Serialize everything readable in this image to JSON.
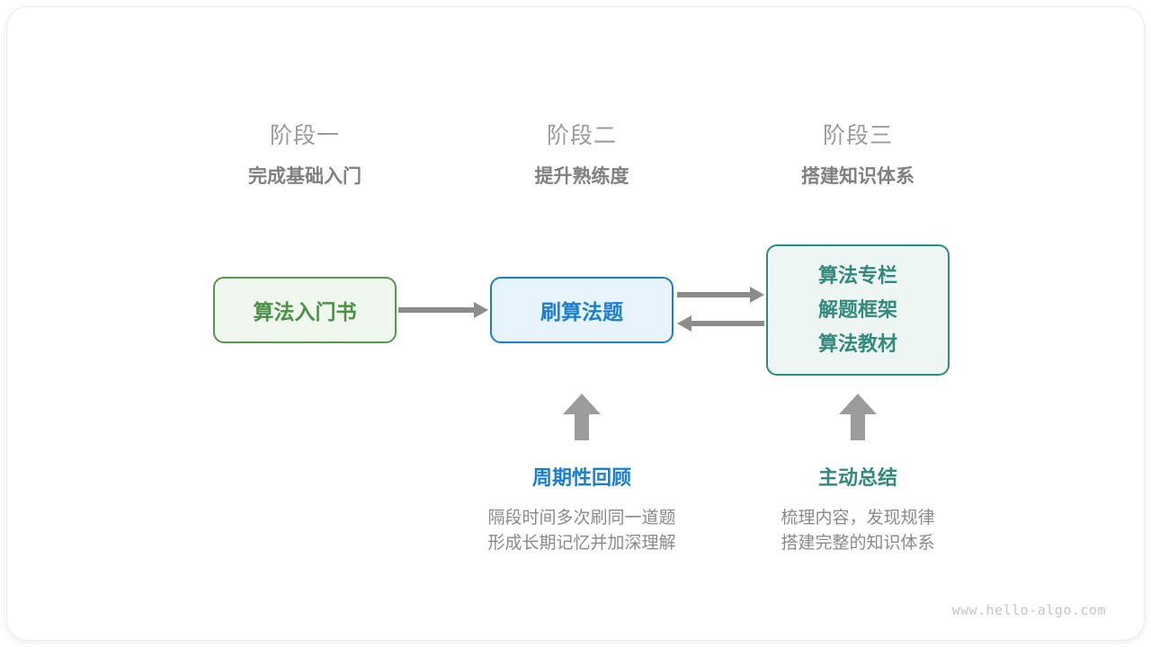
{
  "card": {
    "watermark": "www.hello-algo.com"
  },
  "stages": [
    {
      "name": "阶段一",
      "subtitle": "完成基础入门"
    },
    {
      "name": "阶段二",
      "subtitle": "提升熟练度"
    },
    {
      "name": "阶段三",
      "subtitle": "搭建知识体系"
    }
  ],
  "nodes": {
    "book": {
      "label": "算法入门书",
      "border_color": "#56984f",
      "fill_color": "#f0f7ef",
      "text_color": "#4b9048"
    },
    "practice": {
      "label": "刷算法题",
      "border_color": "#1a7fd4",
      "fill_color": "#e8f4fd",
      "text_color": "#1a7fd4"
    },
    "resources": {
      "lines": [
        "算法专栏",
        "解题框架",
        "算法教材"
      ],
      "border_color": "#2e8b80",
      "fill_color": "#eef6f4",
      "text_color": "#32897e"
    }
  },
  "arrows": {
    "color": "#8c8c8c",
    "up_color": "#9c9c9c",
    "book_to_practice": "right",
    "practice_to_resources": "right",
    "resources_to_practice": "left"
  },
  "annotations": [
    {
      "title": "周期性回顾",
      "color": "#1a7fd4",
      "desc_lines": [
        "隔段时间多次刷同一道题",
        "形成长期记忆并加深理解"
      ]
    },
    {
      "title": "主动总结",
      "color": "#32897e",
      "desc_lines": [
        "梳理内容，发现规律",
        "搭建完整的知识体系"
      ]
    }
  ]
}
